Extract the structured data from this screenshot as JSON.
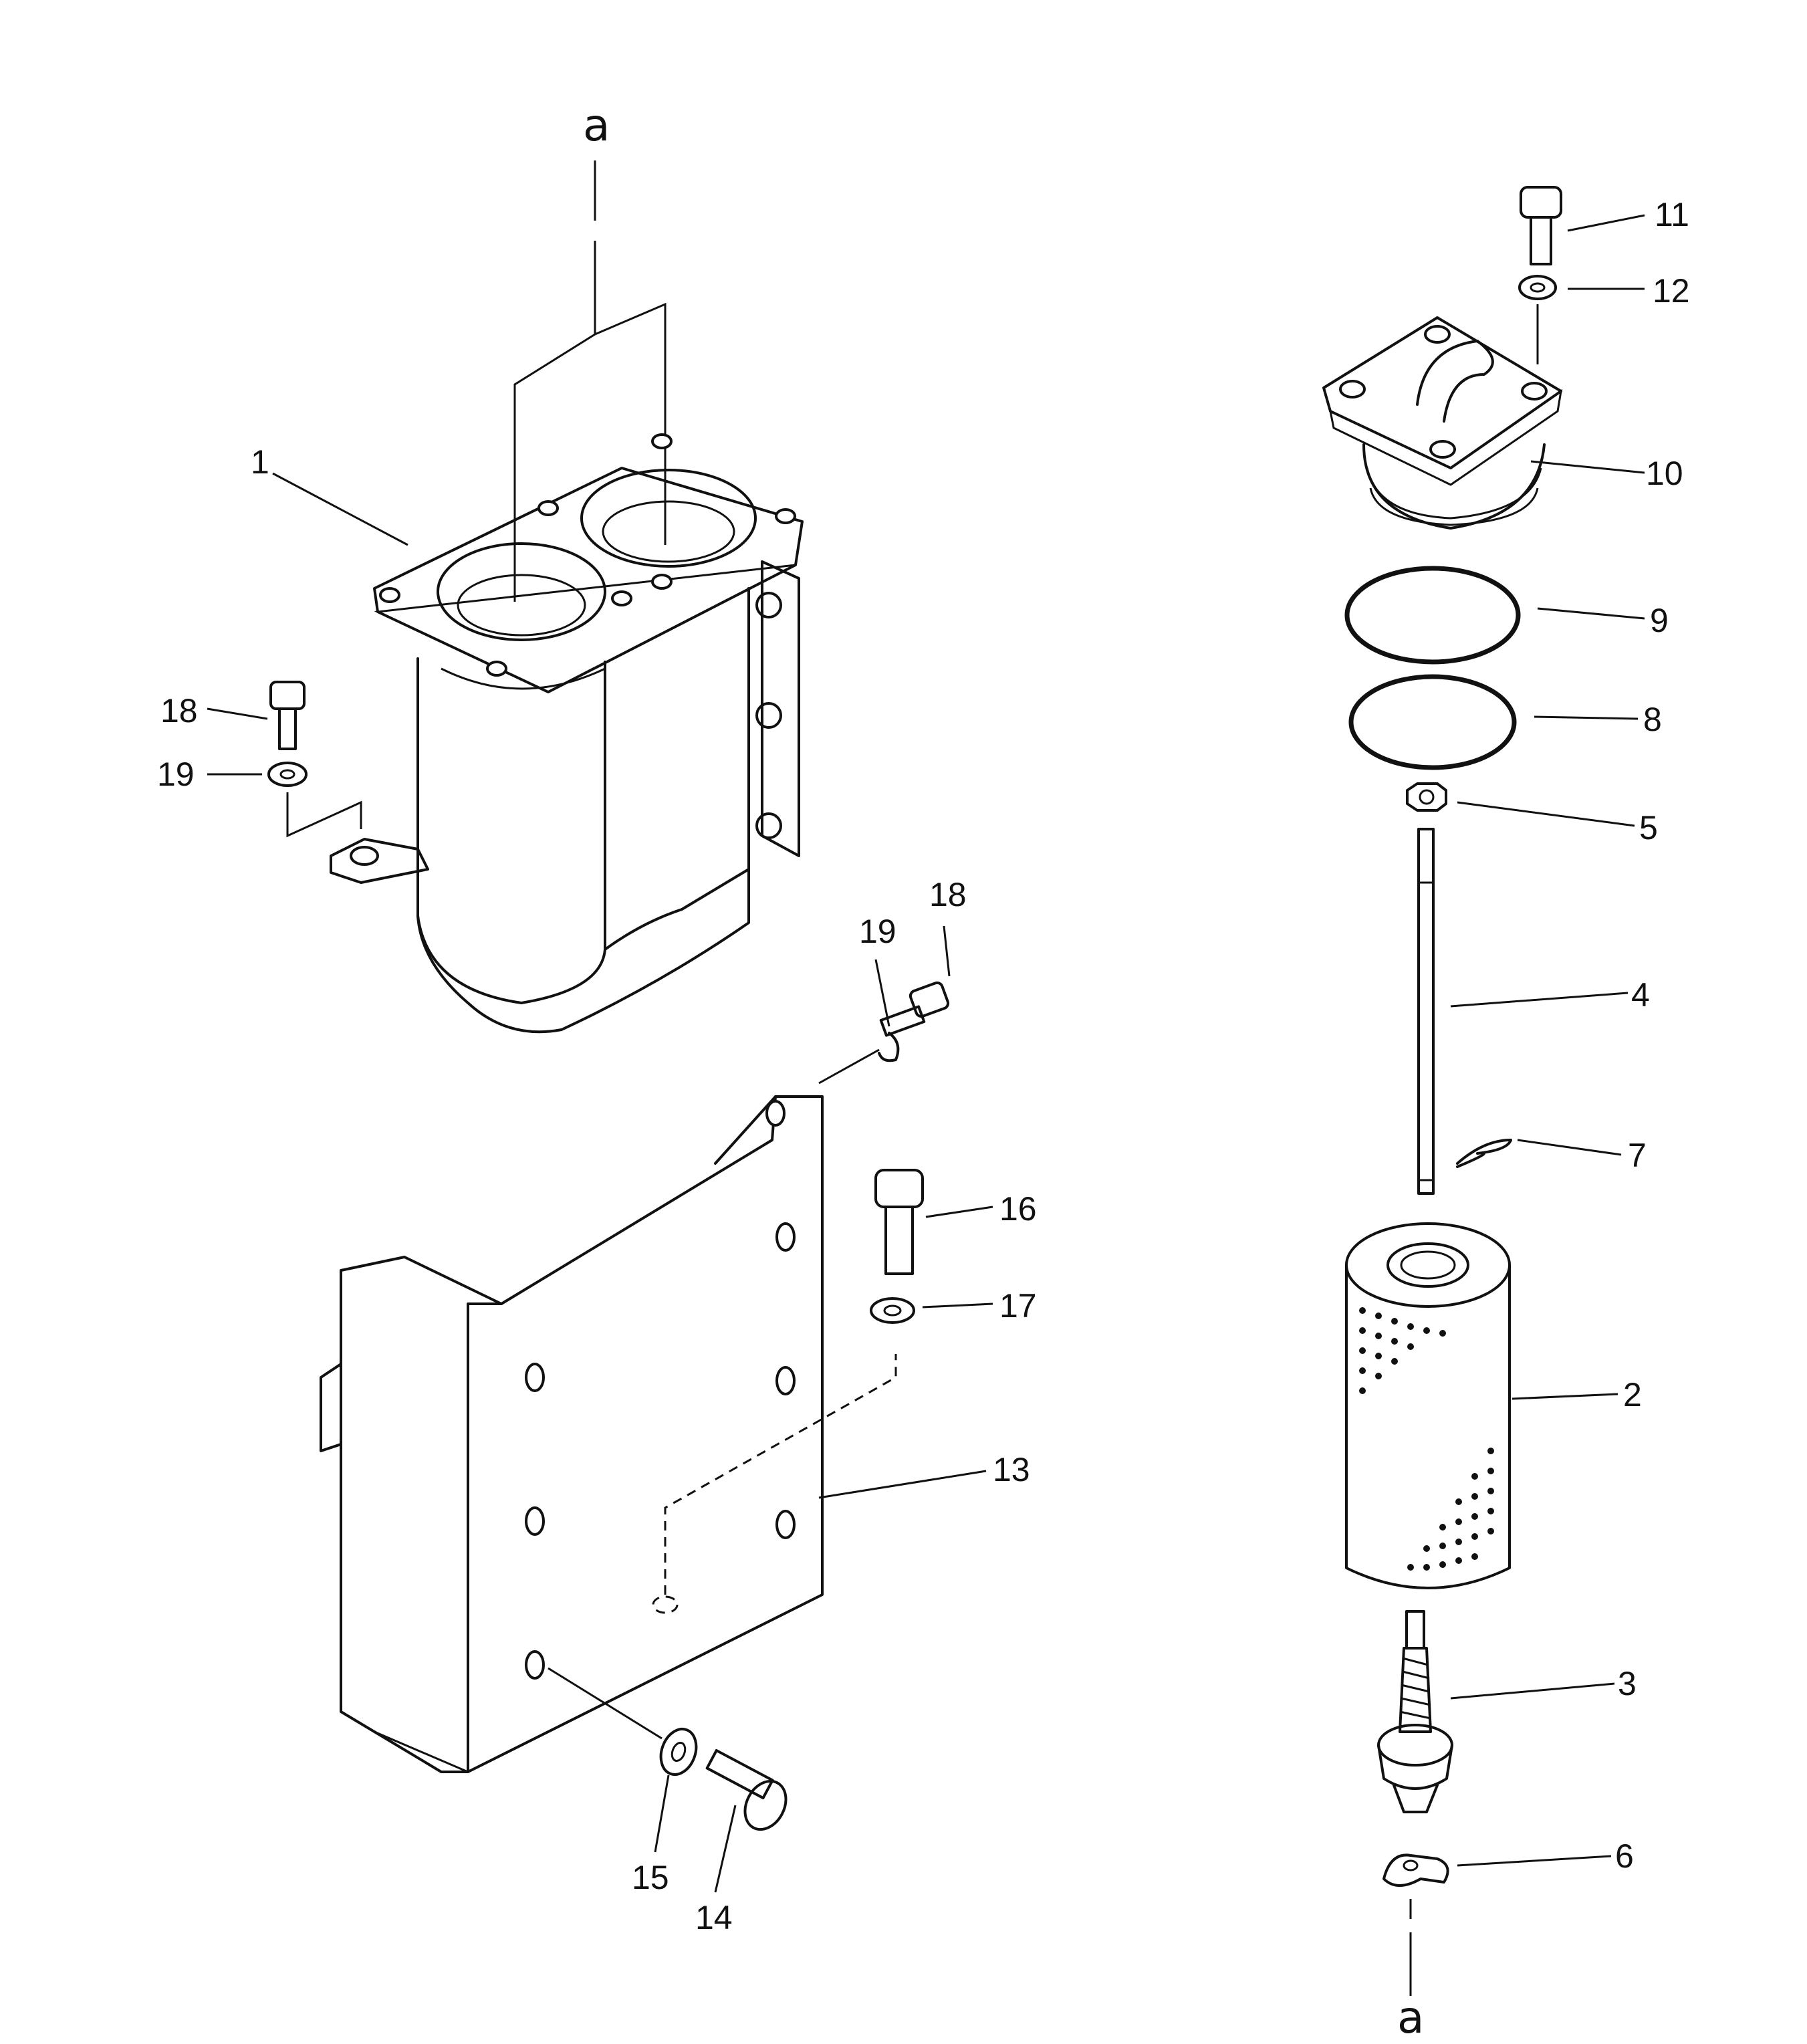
{
  "reference_marks": {
    "top": "a",
    "bottom": "a"
  },
  "callouts": {
    "p1": "1",
    "p2": "2",
    "p3": "3",
    "p4": "4",
    "p5": "5",
    "p6": "6",
    "p7": "7",
    "p8": "8",
    "p9": "9",
    "p10": "10",
    "p11": "11",
    "p12": "12",
    "p13": "13",
    "p14": "14",
    "p15": "15",
    "p16": "16",
    "p17": "17",
    "p18_left": "18",
    "p19_left": "19",
    "p18_mid": "18",
    "p19_mid": "19"
  }
}
